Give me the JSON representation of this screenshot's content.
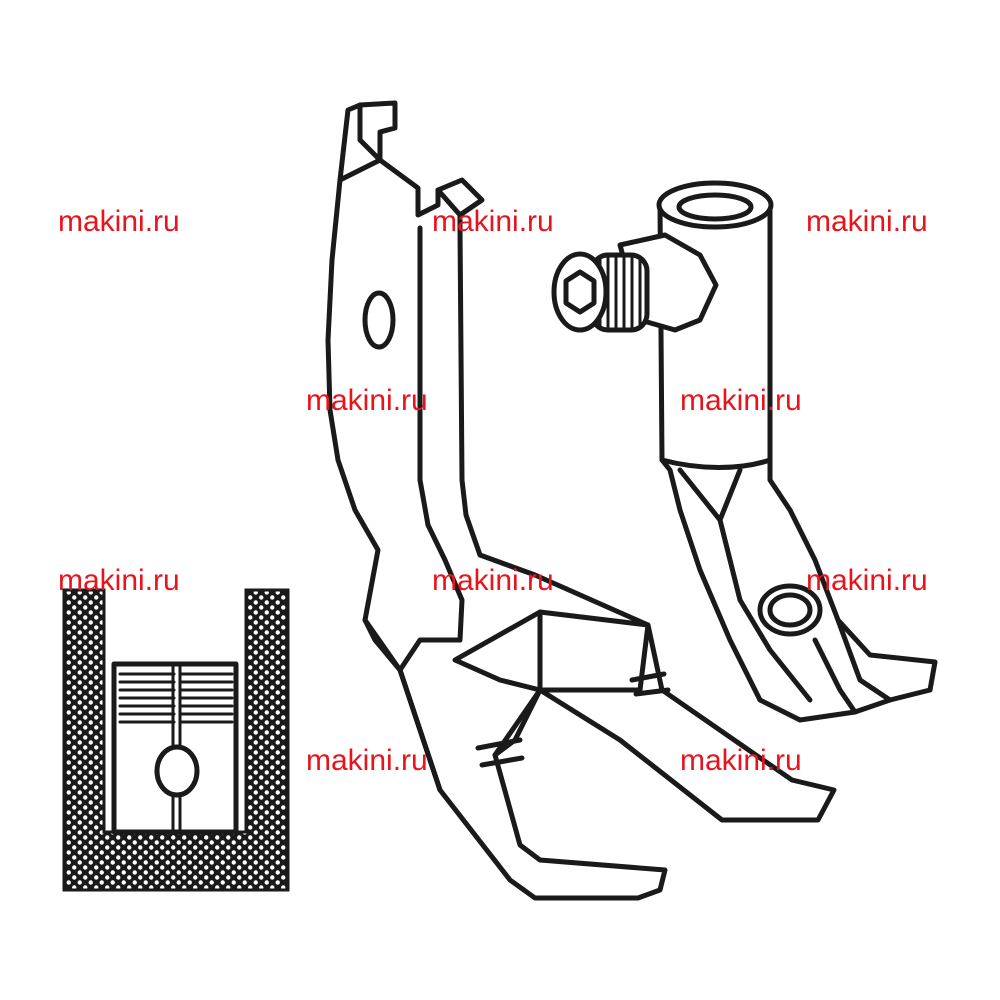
{
  "watermark": {
    "text": "makini.ru",
    "color": "#e8141b"
  },
  "illustration": {
    "subjects": [
      "presser-foot-front-view",
      "presser-foot-side-view",
      "sole-bottom-view"
    ]
  }
}
